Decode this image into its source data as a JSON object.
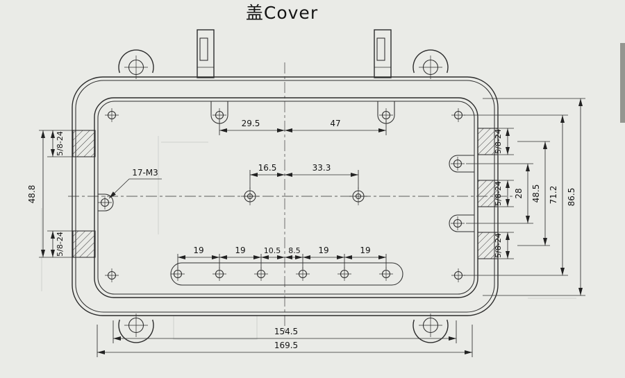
{
  "title": "盖Cover",
  "labels": {
    "thread_callout": "17-M3",
    "port_thread": "5/8-24"
  },
  "dimensions": {
    "top_hole_to_center": "29.5",
    "center_to_top_right_hole": "47",
    "mid_hole_to_center": "16.5",
    "center_to_mid_right_hole": "33.3",
    "bottom_row": [
      "19",
      "19",
      "10.5",
      "8.5",
      "19",
      "19"
    ],
    "inner_width": "154.5",
    "overall_width": "169.5",
    "left_port_span": "48.8",
    "right_hole_pitch": "28",
    "right_port_span": "48.5",
    "hole_rows_span": "71.2",
    "overall_height": "86.5"
  }
}
